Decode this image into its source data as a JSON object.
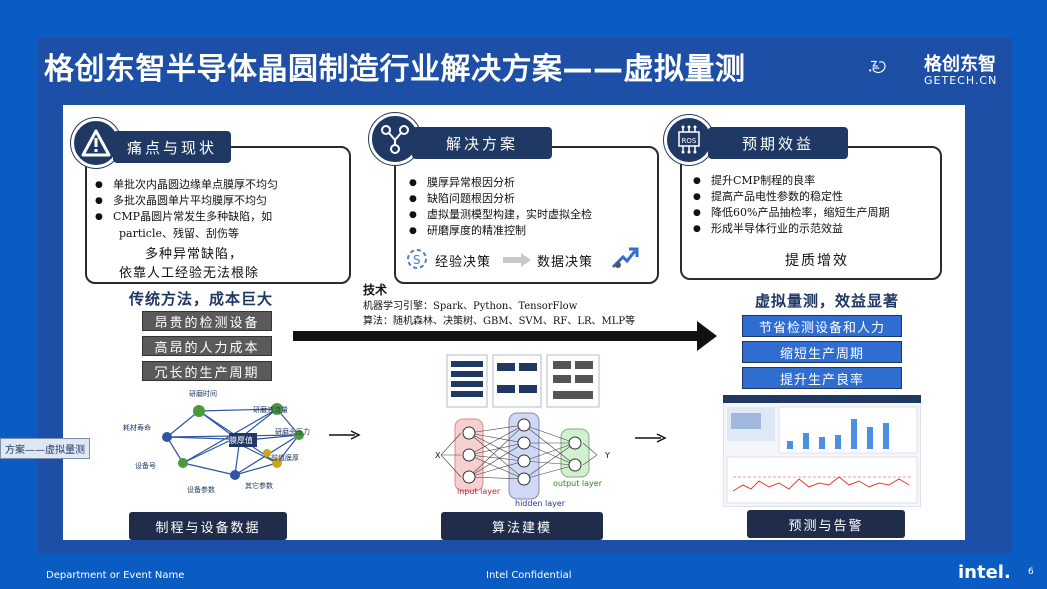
{
  "slide": {
    "title": "格创东智半导体晶圆制造行业解决方案——虚拟量测",
    "page_number": "6"
  },
  "logo": {
    "cn": "格创东智",
    "en": "GETECH.CN"
  },
  "pain": {
    "header": "痛点与现状",
    "bullets": [
      "单批次内晶圆边缘单点膜厚不均匀",
      "多批次晶圆单片平均膜厚不均匀",
      "CMP晶圆片常发生多种缺陷，如"
    ],
    "cont1": "particle、残留、刮伤等",
    "summary1": "多种异常缺陷，",
    "summary2": "依靠人工经验无法根除"
  },
  "solution": {
    "header": "解决方案",
    "bullets": [
      "膜厚异常根因分析",
      "缺陷问题根因分析",
      "虚拟量测模型构建，实时虚拟全检",
      "研磨厚度的精准控制"
    ],
    "from_label": "经验决策",
    "to_label": "数据决策"
  },
  "expected": {
    "header": "预期效益",
    "bullets": [
      "提升CMP制程的良率",
      "提高产品电性参数的稳定性",
      "降低60%产品抽检率，缩短生产周期",
      "形成半导体行业的示范效益"
    ],
    "summary": "提质增效",
    "icon_label": "ROS"
  },
  "traditional": {
    "title": "传统方法，成本巨大",
    "items": [
      "昂贵的检测设备",
      "高昂的人力成本",
      "冗长的生产周期"
    ]
  },
  "tech": {
    "title": "技术",
    "line1": "机器学习引擎：Spark、Python、TensorFlow",
    "line2": "算法：随机森林、决策树、GBM、SVM、RF、LR、MLP等"
  },
  "vm": {
    "title": "虚拟量测，效益显著",
    "items": [
      "节省检测设备和人力",
      "缩短生产周期",
      "提升生产良率"
    ]
  },
  "graph": {
    "center": "膜厚值",
    "nodes": [
      "研磨时间",
      "研磨液流量",
      "研磨头压力",
      "前值膜厚",
      "其它参数",
      "设备参数",
      "设备号",
      "耗材寿命"
    ]
  },
  "nn": {
    "input_label": "input layer",
    "hidden_label": "hidden layer",
    "output_label": "output layer",
    "x_label": "X",
    "y_label": "Y"
  },
  "bottom": {
    "data_label": "制程与设备数据",
    "algo_label": "算法建模",
    "predict_label": "预测与告警"
  },
  "tooltip": "方案——虚拟量测",
  "footer": {
    "left": "Department or Event Name",
    "center": "Intel Confidential",
    "brand": "intel."
  },
  "colors": {
    "background": "#0a5cc2",
    "frame": "#1e4fa6",
    "navy": "#1f3864",
    "accent_blue": "#2f6dd0"
  }
}
